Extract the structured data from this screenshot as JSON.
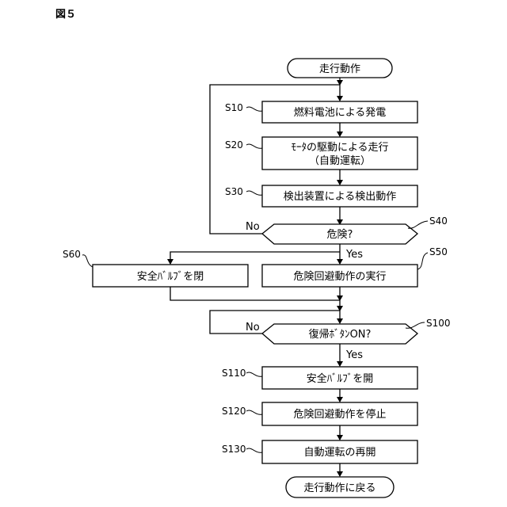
{
  "figure_label": "図５",
  "nodes": {
    "start": "走行動作",
    "s10": "燃料電池による発電",
    "s20_line1": "ﾓｰﾀの駆動による走行",
    "s20_line2": "（自動運転）",
    "s30": "検出装置による検出動作",
    "s40": "危険?",
    "s50": "危険回避動作の実行",
    "s60": "安全ﾊﾞﾙﾌﾞを閉",
    "s100": "復帰ﾎﾞﾀﾝON?",
    "s110": "安全ﾊﾞﾙﾌﾞを開",
    "s120": "危険回避動作を停止",
    "s130": "自動運転の再開",
    "end": "走行動作に戻る"
  },
  "step_labels": {
    "s10": "S10",
    "s20": "S20",
    "s30": "S30",
    "s40": "S40",
    "s50": "S50",
    "s60": "S60",
    "s100": "S100",
    "s110": "S110",
    "s120": "S120",
    "s130": "S130"
  },
  "edge_labels": {
    "s40_no": "No",
    "s40_yes": "Yes",
    "s100_no": "No",
    "s100_yes": "Yes"
  }
}
